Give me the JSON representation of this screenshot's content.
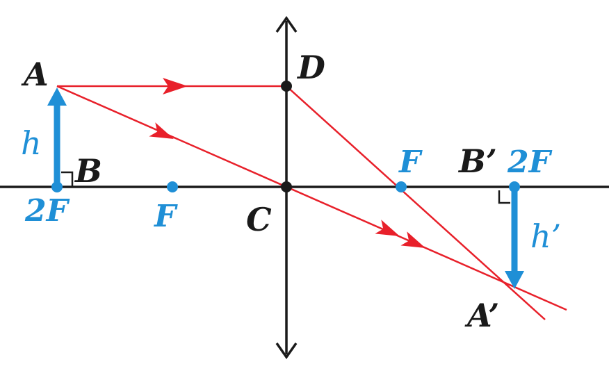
{
  "colors": {
    "axis": "#1a1a1a",
    "ray": "#e8202a",
    "object": "#1f8fd6",
    "focal": "#1f8fd6",
    "label_black": "#1a1a1a",
    "label_blue": "#1f8fd6"
  },
  "labels": {
    "point_a": "A",
    "point_b": "B",
    "point_c": "C",
    "point_d": "D",
    "point_a_image": "A’",
    "point_b_image": "B’",
    "focus_left": "F",
    "two_f_left": "2F",
    "focus_right": "F",
    "two_f_right": "2F",
    "object_height": "h",
    "image_height": "h’"
  }
}
